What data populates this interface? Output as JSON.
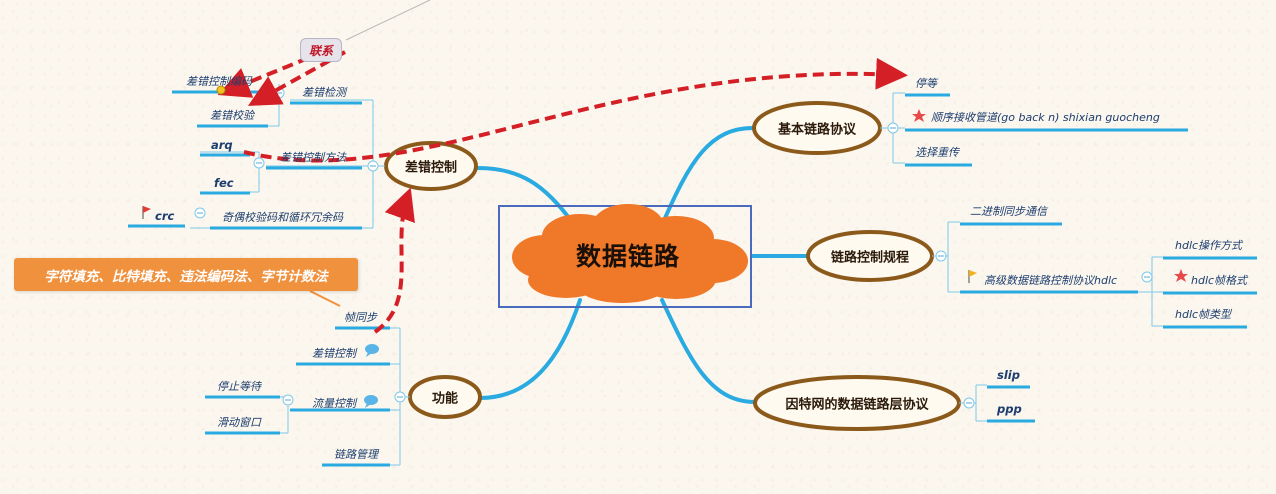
{
  "center": {
    "title": "数据链路"
  },
  "branches": {
    "error_control": {
      "title": "差错控制",
      "items": [
        {
          "label": "差错检测",
          "children": [
            "差错控制编码",
            "差错校验"
          ]
        },
        {
          "label": "差错控制方法",
          "children": [
            "arq",
            "fec"
          ]
        },
        {
          "label": "奇偶校验码和循环冗余码",
          "children": [
            "crc"
          ]
        }
      ]
    },
    "functions": {
      "title": "功能",
      "items": [
        {
          "label": "帧同步"
        },
        {
          "label": "差错控制"
        },
        {
          "label": "流量控制",
          "children": [
            "停止等待",
            "滑动窗口"
          ]
        },
        {
          "label": "链路管理"
        }
      ]
    },
    "basic_protocols": {
      "title": "基本链路协议",
      "items": [
        "停等",
        "顺序接收管道(go back n) shixian guocheng",
        "选择重传"
      ]
    },
    "link_control": {
      "title": "链路控制规程",
      "items": [
        "二进制同步通信",
        "高级数据链路控制协议hdlc"
      ],
      "hdlc_children": [
        "hdlc操作方式",
        "hdlc帧格式",
        "hdlc帧类型"
      ]
    },
    "internet": {
      "title": "因特网的数据链路层协议",
      "items": [
        "slip",
        "ppp"
      ]
    }
  },
  "callout": {
    "text": "字符填充、比特填充、违法编码法、字节计数法"
  },
  "relation": {
    "label": "联系"
  },
  "colors": {
    "branch": "#29abe2",
    "node_border": "#8b5a1b",
    "center_fill": "#ef7829",
    "center_frame": "#4a6bbd",
    "relation": "#d41f26",
    "underline": "#29abe2"
  }
}
